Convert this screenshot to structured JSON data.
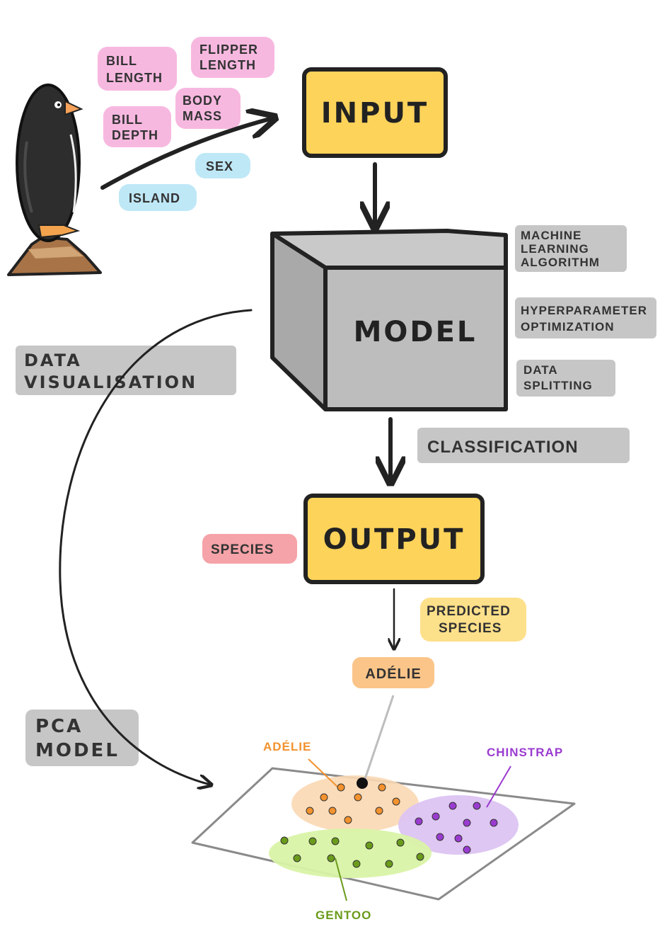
{
  "features": {
    "bill_length": [
      "BILL",
      "LENGTH"
    ],
    "flipper_length": [
      "FLIPPER",
      "LENGTH"
    ],
    "body_mass": [
      "BODY",
      "MASS"
    ],
    "bill_depth": [
      "BILL",
      "DEPTH"
    ],
    "sex": "SEX",
    "island": "ISLAND"
  },
  "boxes": {
    "input": "INPUT",
    "model": "MODEL",
    "output": "OUTPUT"
  },
  "model_notes": {
    "algorithm": [
      "MACHINE",
      "LEARNING",
      "ALGORITHM"
    ],
    "hyperparameter": [
      "HYPERPARAMETER",
      "OPTIMIZATION"
    ],
    "splitting": [
      "DATA",
      "SPLITTING"
    ]
  },
  "classification": "CLASSIFICATION",
  "species_tag": "SPECIES",
  "predicted": [
    "PREDICTED",
    "SPECIES"
  ],
  "prediction_result": "ADÉLIE",
  "side_labels": {
    "data_vis": [
      "DATA",
      "VISUALISATION"
    ],
    "pca": [
      "PCA",
      "MODEL"
    ]
  },
  "clusters": {
    "adelie": "ADÉLIE",
    "chinstrap": "CHINSTRAP",
    "gentoo": "GENTOO"
  },
  "colors": {
    "pink": "#f7b8e0",
    "blue": "#bfe8f7",
    "gray": "#c6c6c6",
    "yellow": "#fdd35a",
    "salmon": "#f5a3a8",
    "orange_tag": "#fbc589",
    "adelie": "#f3922e",
    "chinstrap": "#9a3bd0",
    "gentoo": "#6a9b1b"
  }
}
